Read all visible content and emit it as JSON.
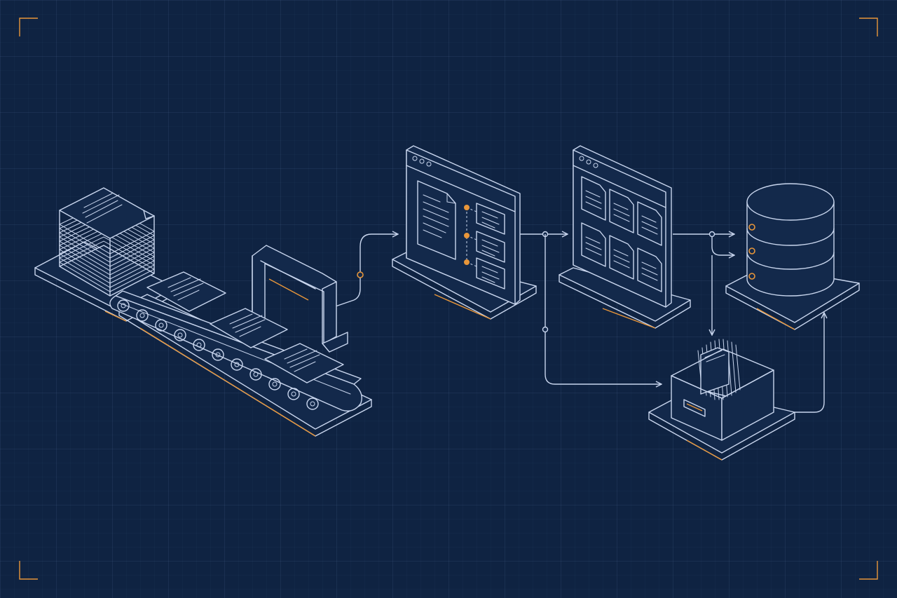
{
  "colors": {
    "background": "#0f2342",
    "line": "#c9d6ee",
    "accent": "#e8963a"
  },
  "nodes": [
    {
      "id": "paper-stack",
      "icon": "document-stack-icon"
    },
    {
      "id": "conveyor-scanner",
      "icon": "conveyor-scanner-icon"
    },
    {
      "id": "document-split-window",
      "icon": "document-split-window-icon"
    },
    {
      "id": "document-grid-window",
      "icon": "document-grid-window-icon"
    },
    {
      "id": "database",
      "icon": "database-icon"
    },
    {
      "id": "file-archive-box",
      "icon": "archive-box-icon"
    }
  ],
  "connections": [
    {
      "from": "conveyor-scanner",
      "to": "document-split-window"
    },
    {
      "from": "document-split-window",
      "to": "document-grid-window"
    },
    {
      "from": "document-split-window",
      "to": "file-archive-box"
    },
    {
      "from": "document-grid-window",
      "to": "database"
    },
    {
      "from": "document-grid-window",
      "to": "file-archive-box"
    },
    {
      "from": "file-archive-box",
      "to": "database"
    }
  ]
}
